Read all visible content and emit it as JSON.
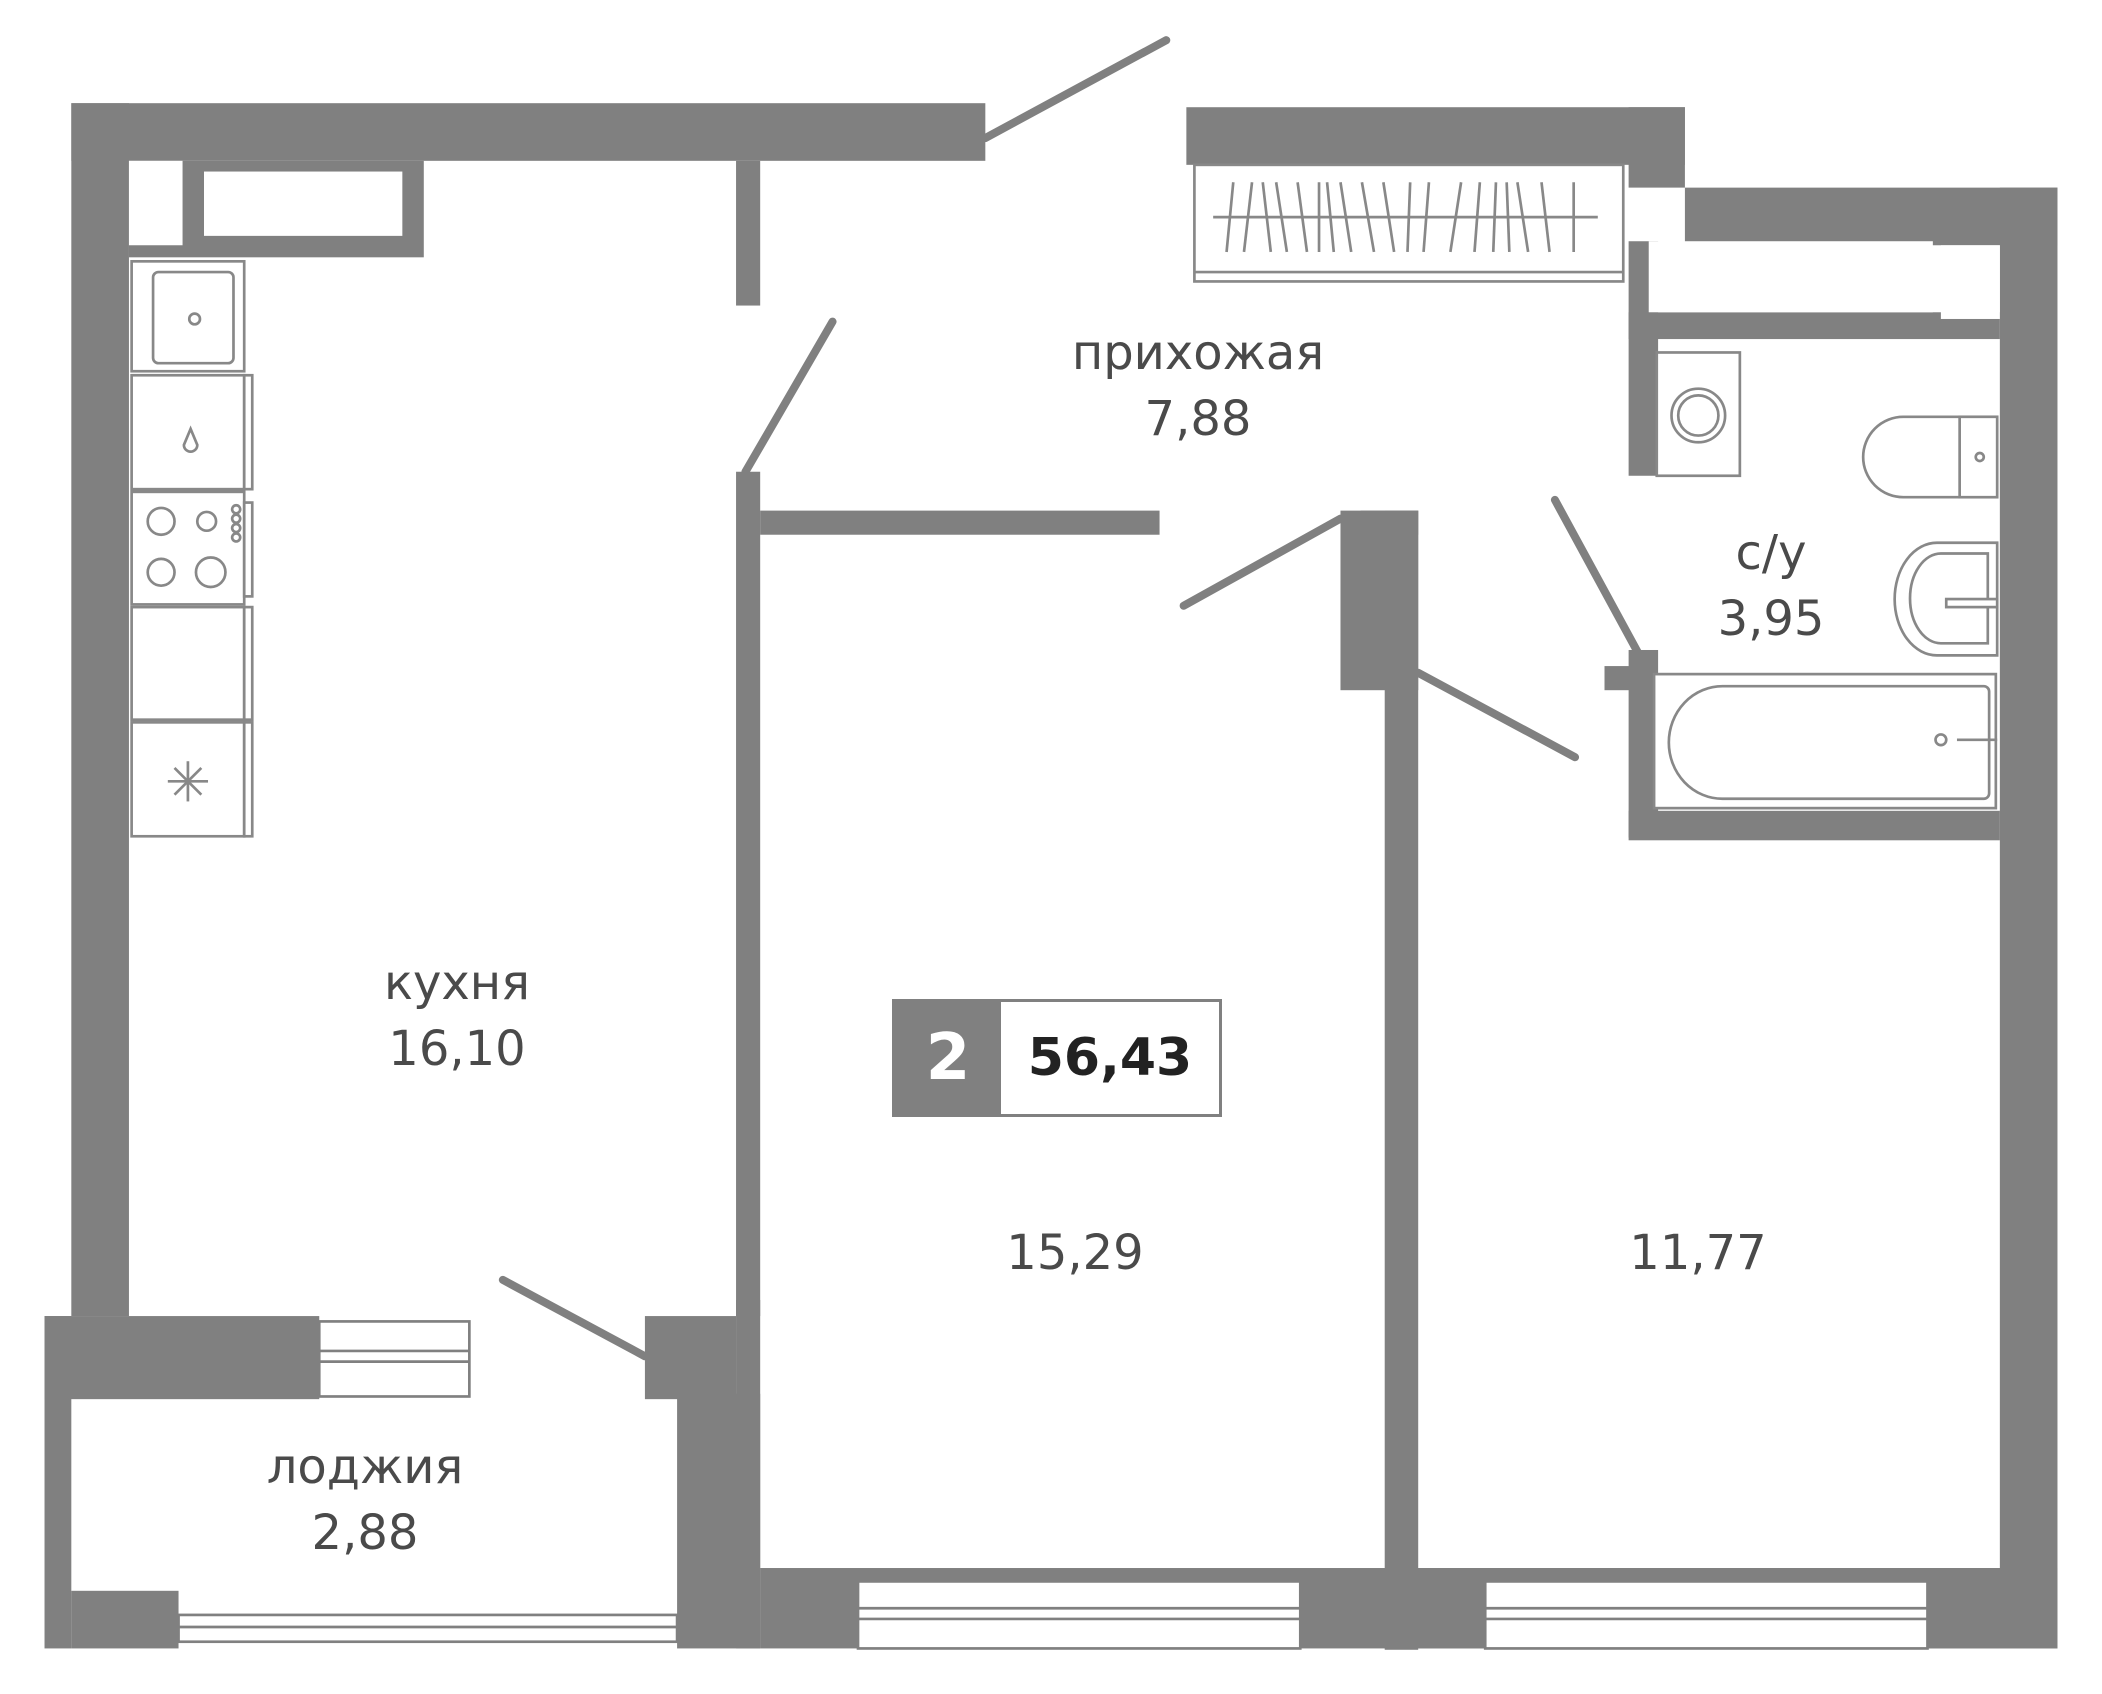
{
  "colors": {
    "wall": "#808080",
    "fixture": "#888888",
    "text": "#4a4a4a",
    "badge_text": "#222222"
  },
  "summary": {
    "rooms_count": "2",
    "total_area": "56,43"
  },
  "rooms": [
    {
      "id": "hallway",
      "name": "прихожая",
      "area": "7,88"
    },
    {
      "id": "bathroom",
      "name": "с/у",
      "area": "3,95"
    },
    {
      "id": "kitchen",
      "name": "кухня",
      "area": "16,10"
    },
    {
      "id": "living-room",
      "name": "",
      "area": "15,29"
    },
    {
      "id": "bedroom",
      "name": "",
      "area": "11,77"
    },
    {
      "id": "loggia",
      "name": "лоджия",
      "area": "2,88"
    }
  ],
  "fixtures": [
    "kitchen-sink",
    "dishwasher",
    "stove",
    "cabinet",
    "fridge",
    "wardrobe",
    "washing-machine",
    "toilet",
    "washbasin",
    "bathtub"
  ]
}
